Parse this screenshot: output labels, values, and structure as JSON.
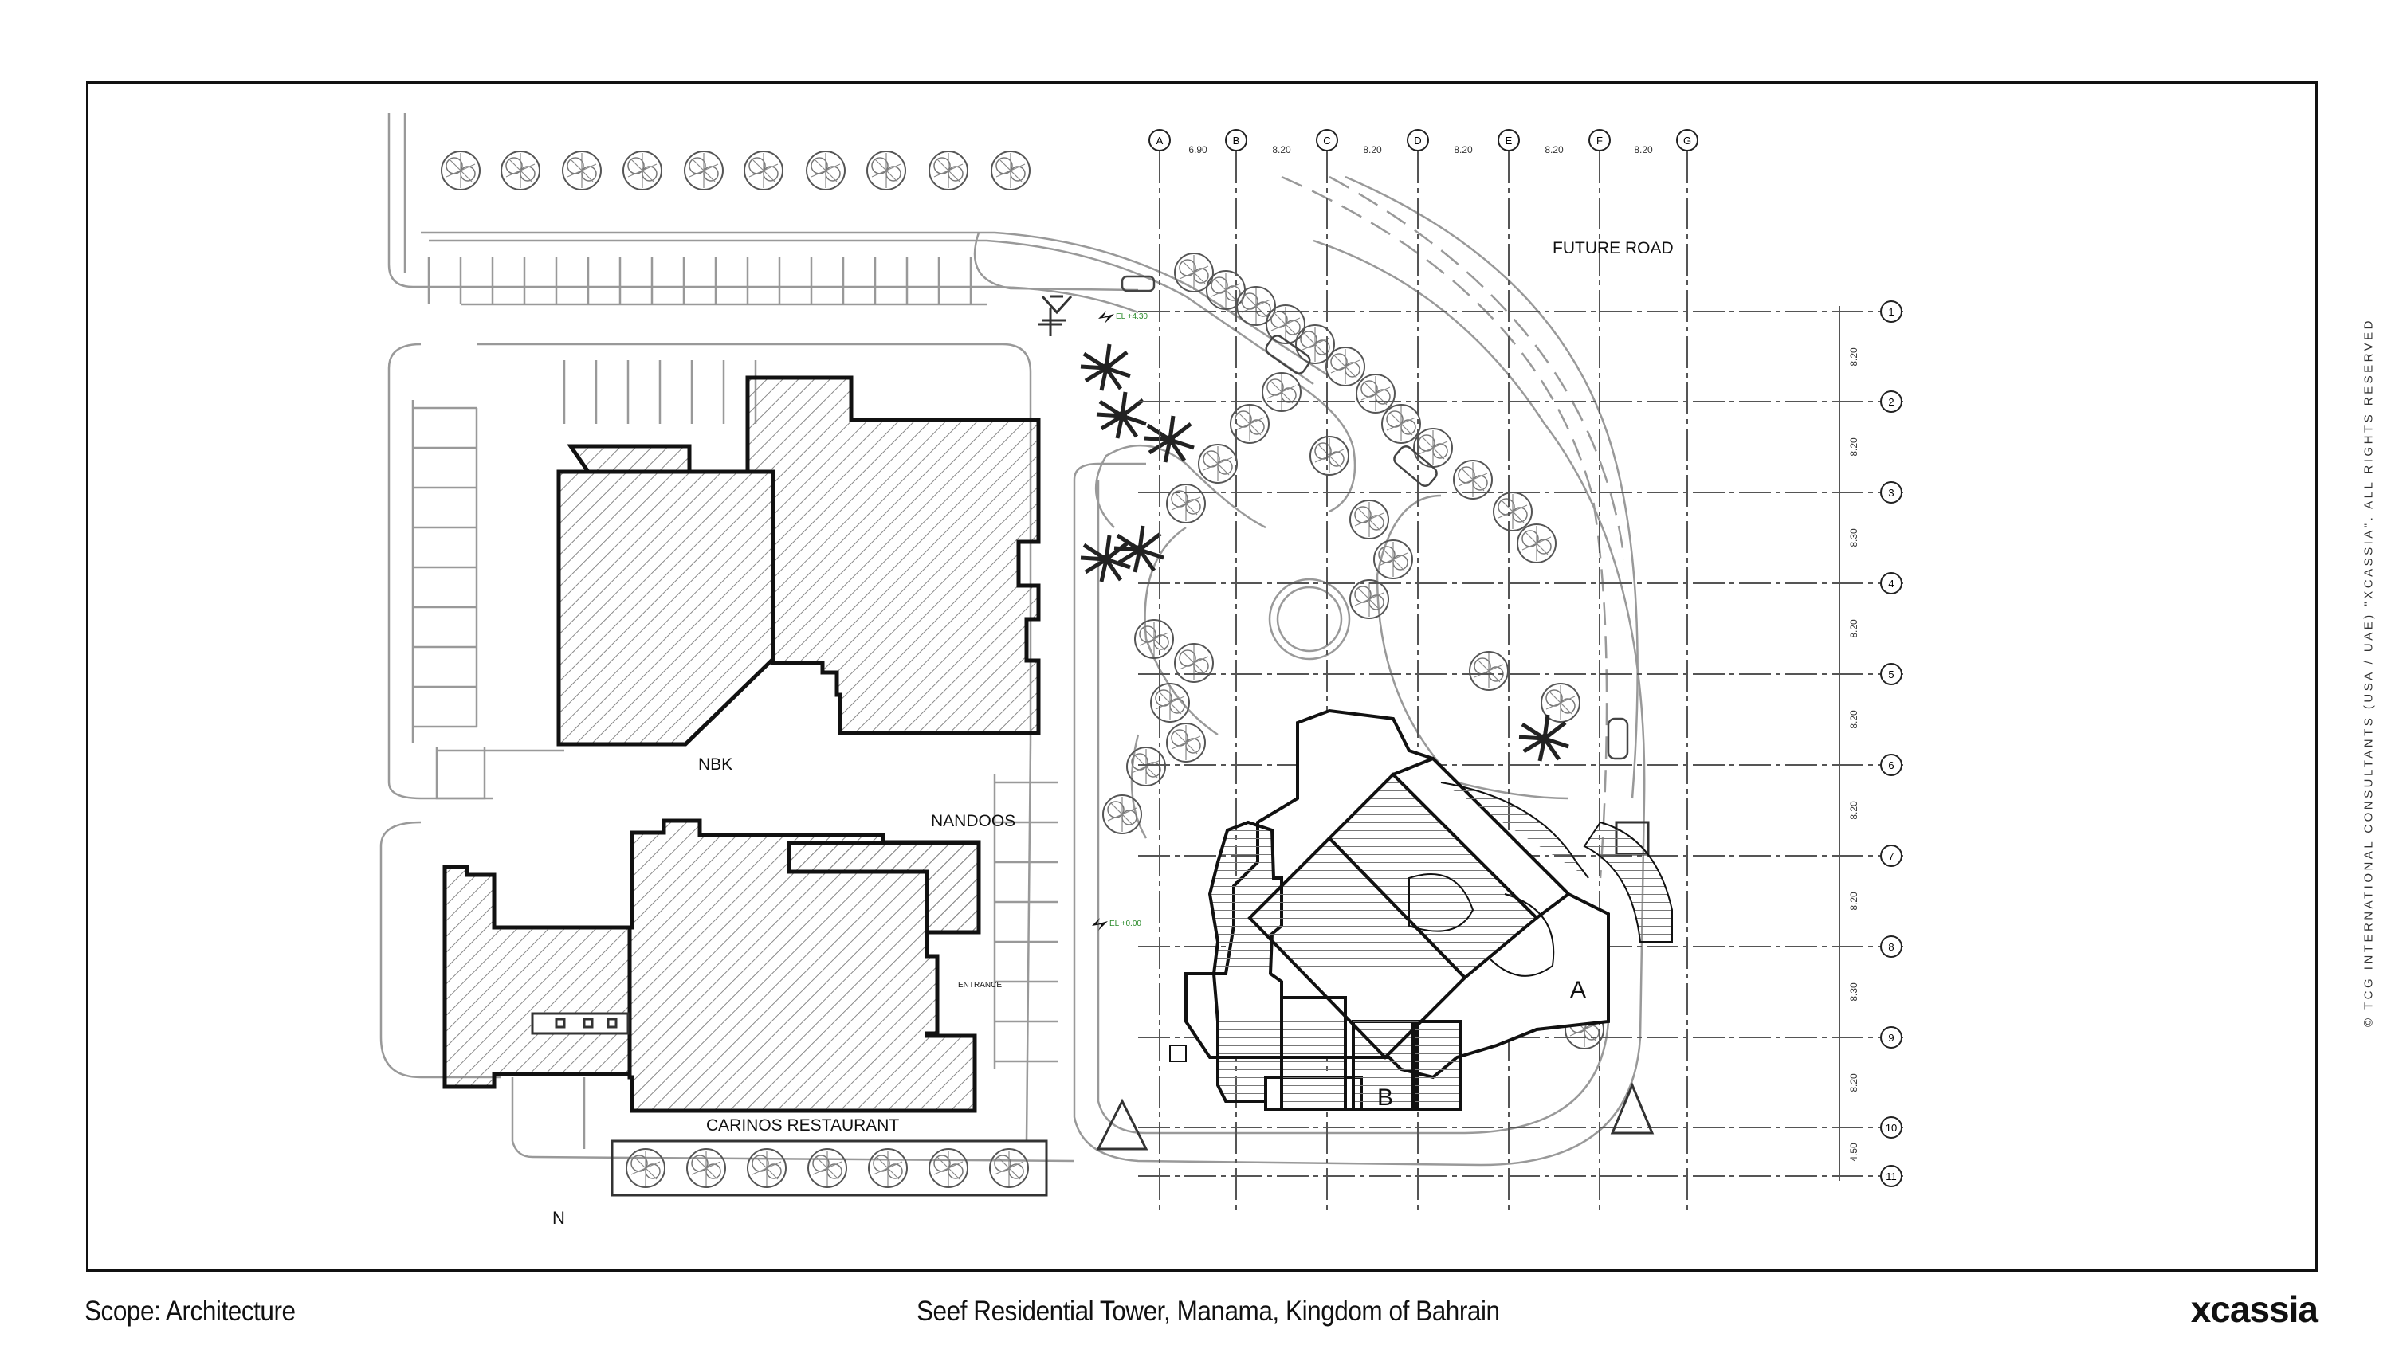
{
  "footer": {
    "scope": "Scope: Architecture",
    "project": "Seef Residential Tower, Manama, Kingdom of Bahrain",
    "brand": "xcassia"
  },
  "copyright": "© TCG INTERNATIONAL CONSULTANTS (USA / UAE) \"XCASSIA\". ALL RIGHTS RESERVED",
  "plan": {
    "labels": {
      "future_road": "FUTURE ROAD",
      "nbk": "NBK",
      "nandoos": "NANDOOS",
      "carinos": "CARINOS RESTAURANT",
      "entrance": "ENTRANCE",
      "building_a": "A",
      "building_b": "B",
      "north": "N"
    },
    "column_grid": [
      "A",
      "B",
      "C",
      "D",
      "E",
      "F",
      "G"
    ],
    "column_spacings": [
      "6.90",
      "8.20",
      "8.20",
      "8.20",
      "8.20",
      "8.20"
    ],
    "row_grid": [
      "1",
      "2",
      "3",
      "4",
      "5",
      "6",
      "7",
      "8",
      "9",
      "10",
      "11"
    ],
    "row_spacings": [
      "8.20",
      "8.20",
      "8.30",
      "8.20",
      "8.20",
      "8.20",
      "8.20",
      "8.30",
      "8.20",
      "4.50"
    ],
    "levels": [
      "EL +4.30",
      "EL +0.00"
    ]
  }
}
